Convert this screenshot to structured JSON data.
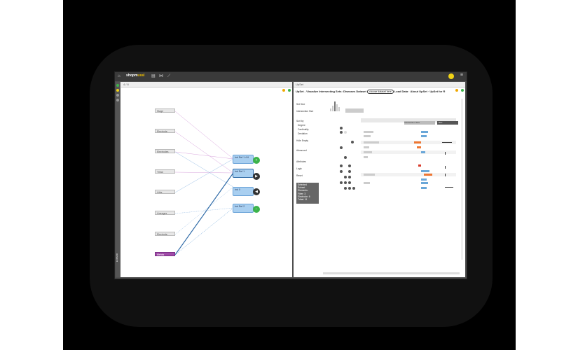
{
  "app": {
    "brand_a": "shopm",
    "brand_b": "ussl"
  },
  "left": {
    "header": "4 / 8",
    "sets": [
      {
        "label": "Stage"
      },
      {
        "label": "Electrode"
      },
      {
        "label": "Electrodes"
      },
      {
        "label": "Tribal"
      },
      {
        "label": "Liths"
      },
      {
        "label": "Lineages"
      },
      {
        "label": "Electrode"
      },
      {
        "label": "Metals"
      }
    ],
    "boxes": [
      {
        "label": "Ind Ref 1 4 6"
      },
      {
        "label": "Ind Ref 1"
      },
      {
        "label": "Ind 0"
      },
      {
        "label": "Ind Ref 2"
      }
    ],
    "circles": [
      {
        "label": "+"
      },
      {
        "label": "▶"
      },
      {
        "label": "◀"
      },
      {
        "label": "−"
      }
    ],
    "rail_label": "EXPAND"
  },
  "right": {
    "header": "UpSet",
    "title": "UpSet - Visualize Intersecting Sets: Diseases Dataset",
    "pill": "choose dataset here",
    "links": "Load Data · About UpSet · UpSet for R",
    "sidebar": [
      "Set Size",
      "Intersection Size",
      "Sort by",
      "Degree",
      "Cardinality",
      "Deviation",
      "Hide Empty",
      "Advanced",
      "Attributes",
      "Logic",
      "Reset"
    ],
    "legend": [
      "Selected",
      "Subset",
      "Elements:",
      "Fiber: 3",
      "Electrode: 6",
      "Tribal: 11"
    ],
    "header_bar": "Intersection Size",
    "deviation_label": "Dev"
  }
}
